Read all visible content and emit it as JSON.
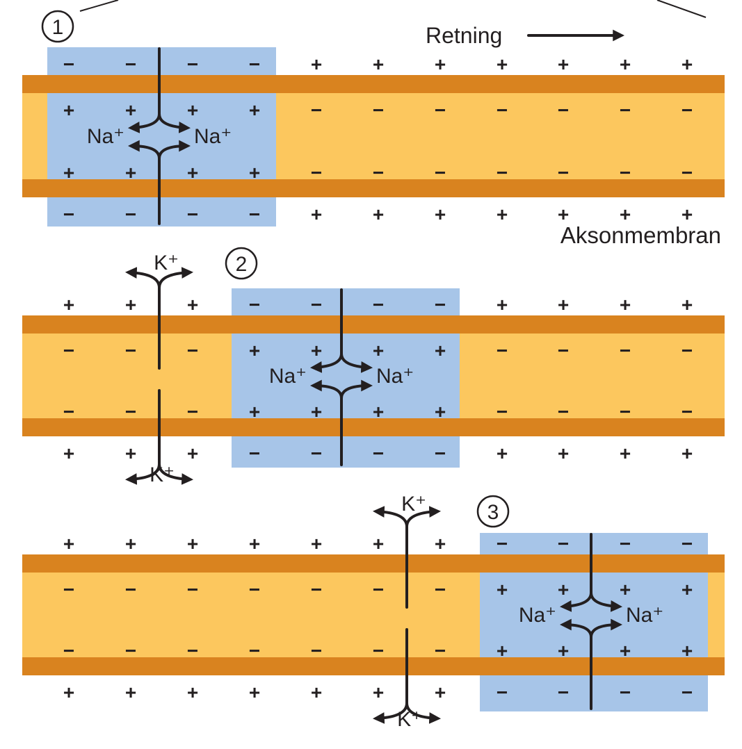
{
  "labels": {
    "direction": "Retning",
    "membrane": "Aksonmembran"
  },
  "ions": {
    "sodium": "Na⁺",
    "potassium": "K⁺"
  },
  "signs": {
    "plus": "+",
    "minus": "−"
  },
  "colors": {
    "axon_interior": "#fcc75e",
    "membrane": "#d9831f",
    "depolarized_region": "#a7c5e8",
    "ink": "#231f20"
  },
  "panels": [
    {
      "step": "1",
      "sodium_channel": true,
      "potassium_channels": false
    },
    {
      "step": "2",
      "sodium_channel": true,
      "potassium_channels": true
    },
    {
      "step": "3",
      "sodium_channel": true,
      "potassium_channels": true
    }
  ]
}
